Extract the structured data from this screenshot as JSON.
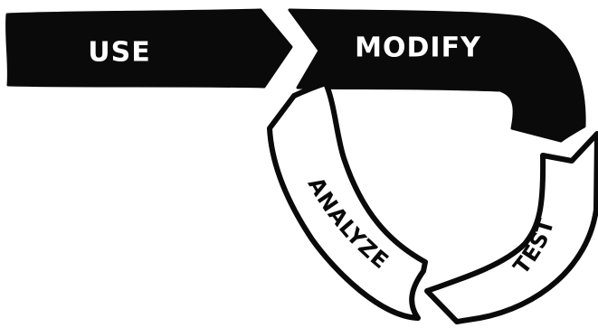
{
  "diagram": {
    "steps": {
      "use": "USE",
      "modify": "MODIFY",
      "test": "TEST",
      "analyze": "ANALYZE"
    },
    "colors": {
      "ink": "#0a0a0a",
      "paper": "#ffffff"
    }
  }
}
